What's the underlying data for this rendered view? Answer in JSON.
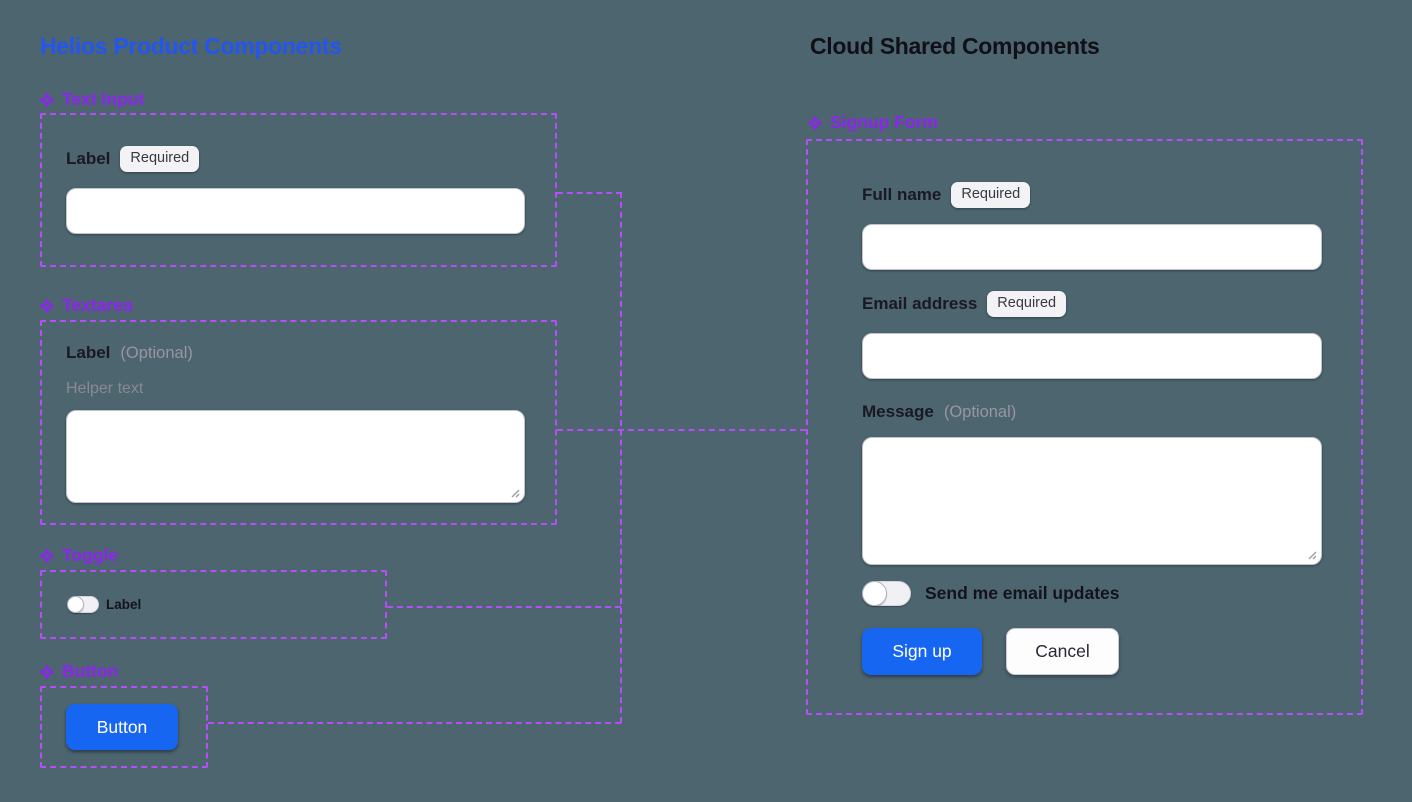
{
  "canvas": {
    "background_color": "#4c656e",
    "outline_color": "#b44ef8",
    "component_label_color": "#8e24f0"
  },
  "left_frame": {
    "title": "Helios Product Components",
    "title_color": "#2356f0",
    "components": [
      {
        "name": "Text Input",
        "field_label": "Label",
        "badge": "Required",
        "input_value": ""
      },
      {
        "name": "Textarea",
        "field_label": "Label",
        "suffix": "(Optional)",
        "helper_text": "Helper text",
        "textarea_value": ""
      },
      {
        "name": "Toggle",
        "toggle_label": "Label",
        "toggle_state": "off"
      },
      {
        "name": "Button",
        "button_label": "Button"
      }
    ]
  },
  "right_frame": {
    "title": "Cloud Shared Components",
    "title_color": "#101016",
    "signup_form": {
      "name": "Signup Form",
      "full_name": {
        "label": "Full name",
        "badge": "Required",
        "input_value": ""
      },
      "email": {
        "label": "Email address",
        "badge": "Required",
        "input_value": ""
      },
      "message": {
        "label": "Message",
        "suffix": "(Optional)",
        "textarea_value": ""
      },
      "updates_toggle_label": "Send me email updates",
      "updates_toggle_state": "off",
      "signup_button": "Sign up",
      "cancel_button": "Cancel"
    }
  },
  "colors": {
    "primary_button": "#1766f2",
    "primary_button_text": "#ffffff",
    "badge_background": "#f3f2f5",
    "field_border": "#c3c3ce"
  }
}
